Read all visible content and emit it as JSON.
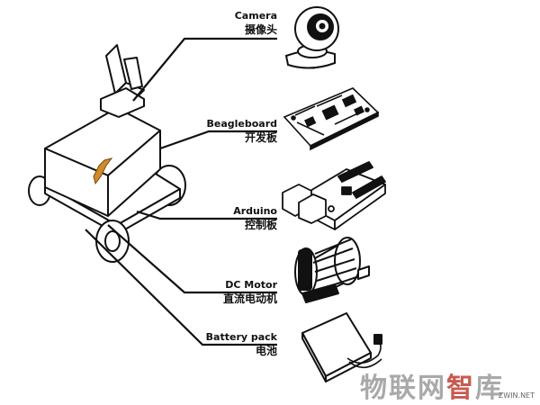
{
  "components": [
    {
      "id": "camera",
      "name_en": "Camera",
      "name_zh": "摄像头",
      "icon": "webcam-icon"
    },
    {
      "id": "beagleboard",
      "name_en": "Beagleboard",
      "name_zh": "开发板",
      "icon": "circuit-board-icon"
    },
    {
      "id": "arduino",
      "name_en": "Arduino",
      "name_zh": "控制板",
      "icon": "arduino-board-icon"
    },
    {
      "id": "dc_motor",
      "name_en": "DC Motor",
      "name_zh": "直流电动机",
      "icon": "electric-motor-icon"
    },
    {
      "id": "battery",
      "name_en": "Battery pack",
      "name_zh": "电池",
      "icon": "battery-pack-icon"
    }
  ],
  "robot": {
    "icon": "robot-car-icon"
  },
  "watermark": {
    "text_a": "物联网",
    "text_b": "智",
    "text_c": "库",
    "domain": "ZWIN.NET"
  },
  "colors": {
    "line": "#111111",
    "watermark": "#a9a9a9",
    "watermark_accent": "#c85a50",
    "fish": "#d08a2a"
  }
}
